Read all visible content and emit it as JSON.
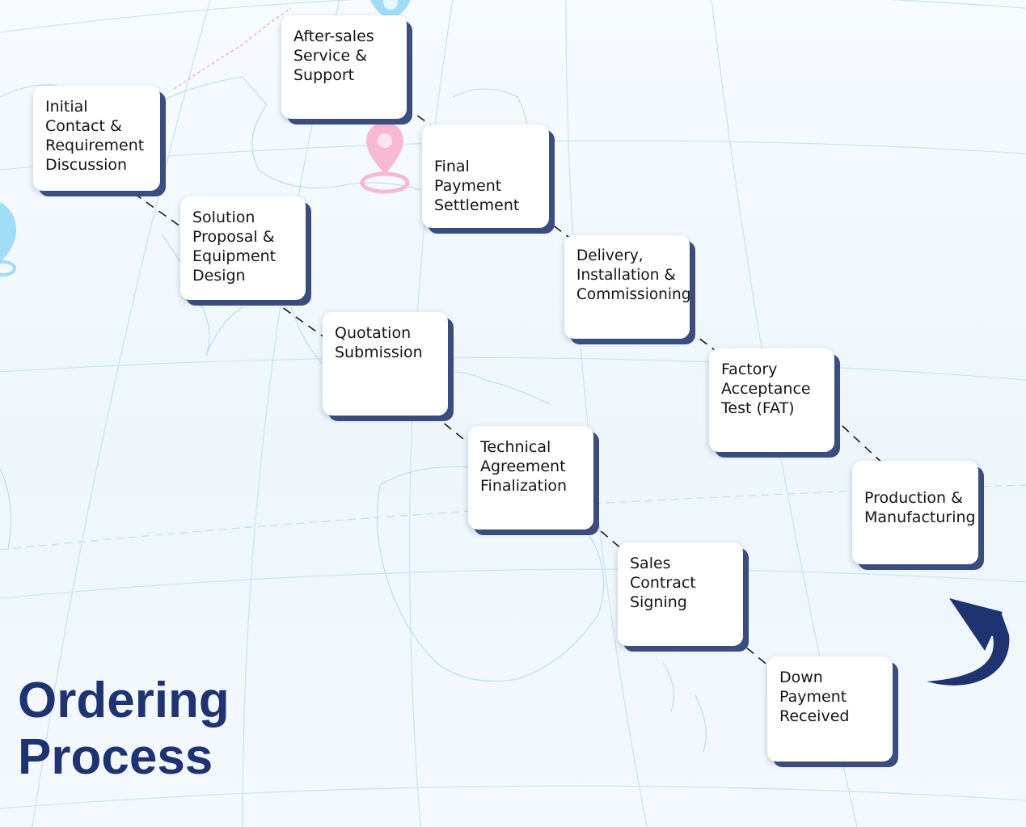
{
  "title": {
    "line1": "Ordering",
    "line2": "Process"
  },
  "colors": {
    "title": "#1f3372",
    "card_shadow": "#3a4d7e",
    "connector": "#1a1a1a",
    "return_arrow": "#1f3372",
    "pin_pink": "#f7b9d2",
    "pin_blue": "#9fdcf5",
    "map_line": "#bfe3ef"
  },
  "steps": [
    {
      "id": "initial-contact",
      "label": "Initial\nContact &\nRequirement\nDiscussion"
    },
    {
      "id": "solution-proposal",
      "label": "Solution\nProposal &\nEquipment\nDesign"
    },
    {
      "id": "quotation",
      "label": "Quotation\nSubmission"
    },
    {
      "id": "technical-agreement",
      "label": "Technical\nAgreement\nFinalization"
    },
    {
      "id": "sales-contract",
      "label": "Sales\nContract\nSigning"
    },
    {
      "id": "down-payment",
      "label": "Down\nPayment\nReceived"
    },
    {
      "id": "production",
      "label": "Production &\nManufacturing"
    },
    {
      "id": "fat",
      "label": "Factory\nAcceptance\nTest (FAT)"
    },
    {
      "id": "delivery",
      "label": "Delivery,\nInstallation &\nCommissioning"
    },
    {
      "id": "final-payment",
      "label": "Final Payment\nSettlement"
    },
    {
      "id": "after-sales",
      "label": "After-sales\nService &\nSupport"
    }
  ],
  "icons": {
    "return": "curved-return-arrow-icon",
    "pin": "location-pin-icon"
  }
}
